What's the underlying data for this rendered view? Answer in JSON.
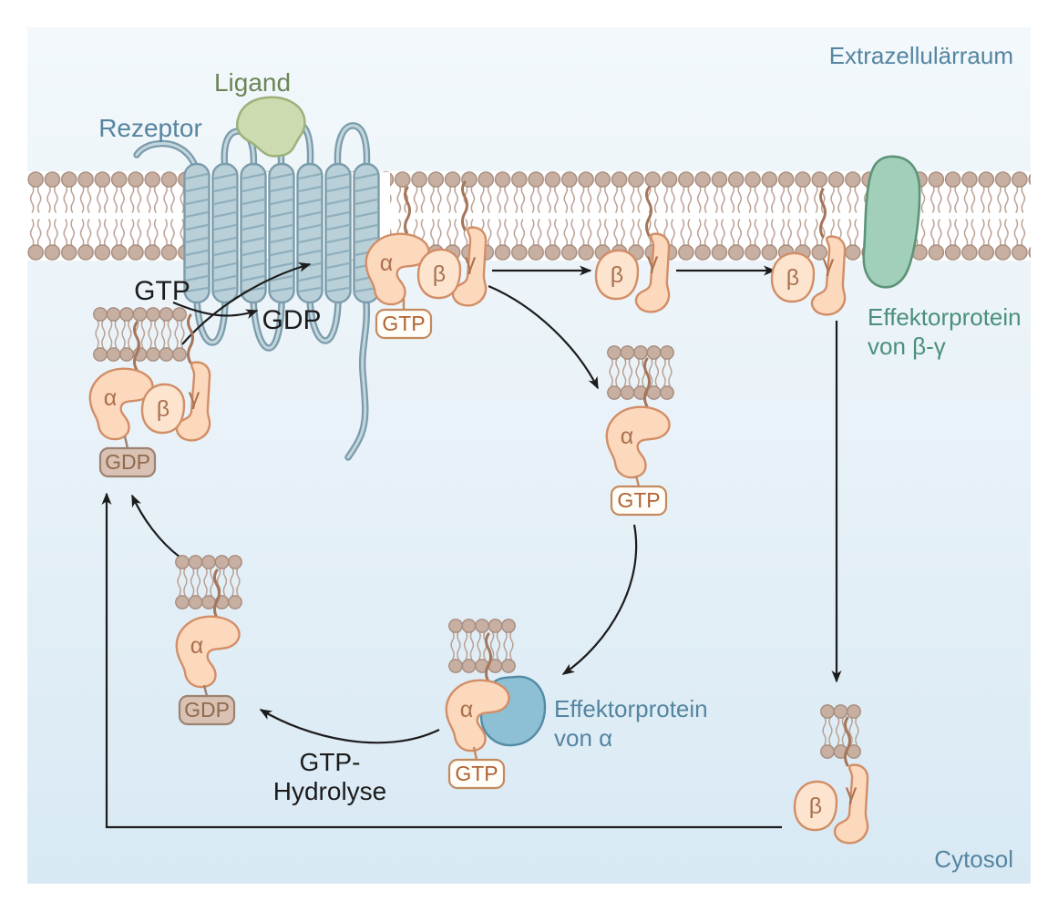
{
  "regions": {
    "extracellular": "Extrazellulärraum",
    "cytosol": "Cytosol"
  },
  "labels": {
    "receptor": "Rezeptor",
    "ligand": "Ligand",
    "gtp_in": "GTP",
    "gdp_out": "GDP",
    "hydrolysis_line1": "GTP-",
    "hydrolysis_line2": "Hydrolyse",
    "effector_beta_gamma_line1": "Effektorprotein",
    "effector_beta_gamma_line2": "von β-γ",
    "effector_alpha_line1": "Effektorprotein",
    "effector_alpha_line2": "von α"
  },
  "subunits": {
    "alpha": "α",
    "beta": "β",
    "gamma": "γ"
  },
  "nucleotides": {
    "gtp": "GTP",
    "gdp": "GDP"
  },
  "colors": {
    "background_top": "#f2f8fb",
    "background_mid": "#e9f2f8",
    "background_bottom": "#d8e9f4",
    "membrane_head": "#c7afa2",
    "membrane_head_stroke": "#a78c7d",
    "membrane_tail": "#b9a093",
    "receptor_fill": "#bad0d9",
    "receptor_stroke": "#7b9cab",
    "ligand_fill": "#cddcb0",
    "ligand_stroke": "#9cb17c",
    "g_protein_fill": "#fcd8bc",
    "beta_fill": "#fce4cf",
    "g_protein_stroke": "#d28e66",
    "greek_text": "#a9714f",
    "gtp_box_fill": "#fffdf8",
    "gtp_box_stroke": "#c48a5d",
    "gtp_text": "#b16236",
    "gdp_box_fill": "#d9c2b3",
    "gdp_box_stroke": "#9c8272",
    "gdp_text": "#8f6a4d",
    "effector_alpha_fill": "#8dc0d4",
    "effector_alpha_stroke": "#548ba4",
    "effector_beta_gamma_fill": "#a2cfb9",
    "effector_beta_gamma_stroke": "#5d9478",
    "anchor_tail": "#a5765a",
    "label_blue": "#5585a0",
    "label_teal": "#4b8f7c",
    "label_green": "#6b8457",
    "arrow": "#1c1c1c"
  }
}
